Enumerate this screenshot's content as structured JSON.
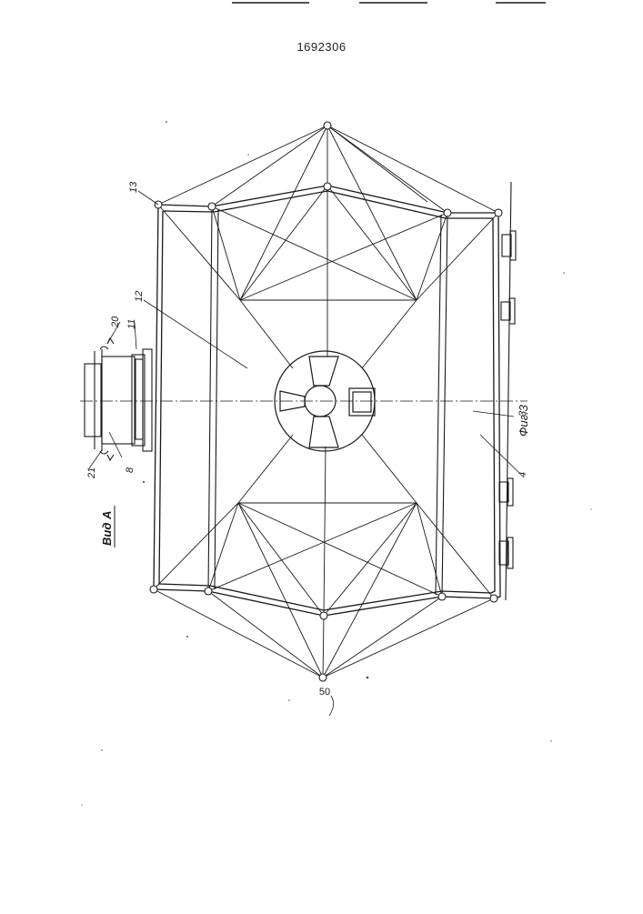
{
  "document": {
    "patent_number": "1692306"
  },
  "drawing": {
    "view_label": "Вид А",
    "figure_label": "Фиг.3",
    "callouts": [
      "13",
      "12",
      "20",
      "11",
      "8",
      "21",
      "3",
      "4",
      "50"
    ]
  }
}
